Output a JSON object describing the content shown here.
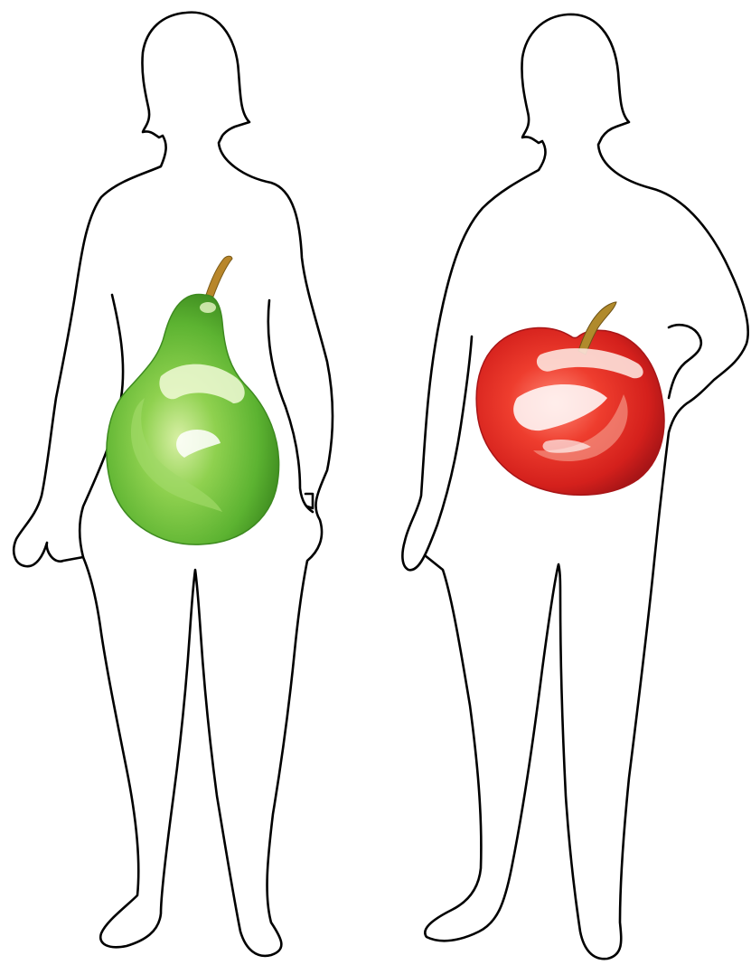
{
  "figures": [
    {
      "id": "pear-figure",
      "fruit": "pear",
      "fruit_icon": "pear-icon",
      "fruit_color": "#6cbf3a",
      "fruit_dark": "#3f8f22",
      "fruit_light": "#c6e58f",
      "stem_color": "#b8862a"
    },
    {
      "id": "apple-figure",
      "fruit": "apple",
      "fruit_icon": "apple-icon",
      "fruit_color": "#e8322a",
      "fruit_dark": "#b0151a",
      "fruit_light": "#fbd0c8",
      "stem_color": "#a8862a"
    }
  ],
  "outline_color": "#000000",
  "background": "#ffffff"
}
